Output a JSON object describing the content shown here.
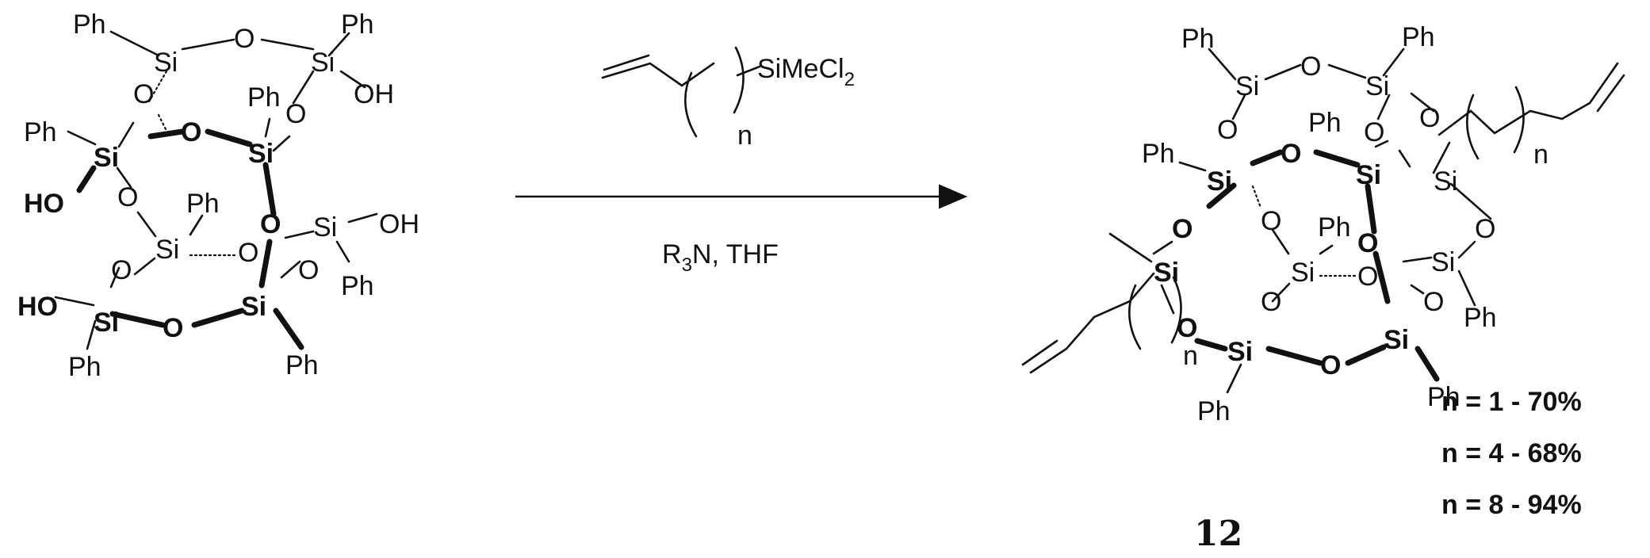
{
  "labels": {
    "ph": "Ph",
    "si": "Si",
    "o": "O",
    "oh": "OH",
    "ho": "HO",
    "n": "n"
  },
  "reagent": {
    "silane_prefix": "SiMeCl",
    "silane_sub": "2",
    "n": "n",
    "base_prefix": "R",
    "base_sub": "3",
    "base_suffix": "N, THF"
  },
  "yields": [
    "n =  1 - 70%",
    "n =  4 - 68%",
    "n =  8 - 94%"
  ],
  "compound_number": "12"
}
